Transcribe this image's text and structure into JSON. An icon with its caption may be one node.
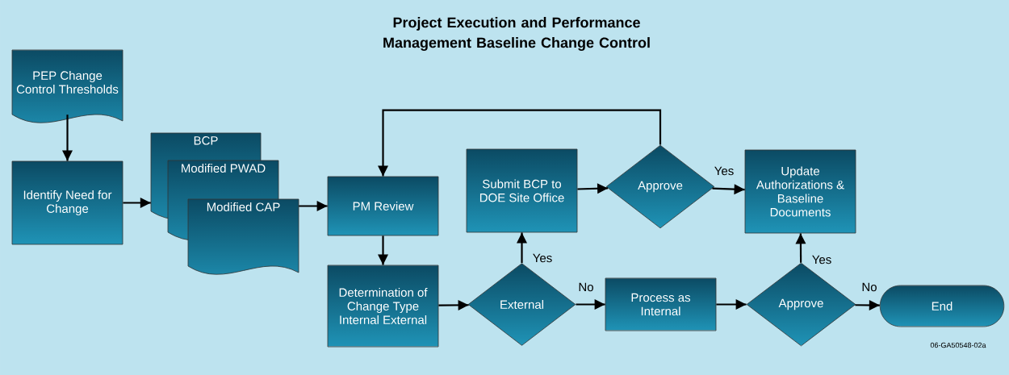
{
  "diagram": {
    "title": "Project Execution and Performance Management Baseline Change Control",
    "nodes": [
      {
        "text": [
          "PEP Change Control Thresholds"
        ]
      },
      {
        "text": [
          "Identify Need for Change"
        ]
      },
      {
        "text": [
          "BCP"
        ]
      },
      {
        "text": [
          "Modified PWAD"
        ]
      },
      {
        "text": [
          "Modified CAP"
        ]
      },
      {
        "text": [
          "PM Review"
        ]
      },
      {
        "text": [
          "Determination of Change Type Internal External"
        ]
      },
      {
        "text": [
          "External"
        ]
      },
      {
        "text": [
          "Submit BCP to DOE Site Office"
        ]
      },
      {
        "text": [
          "Approve"
        ]
      },
      {
        "text": [
          "Update Authorizations & Baseline Documents"
        ]
      },
      {
        "text": [
          "Process as Internal"
        ]
      },
      {
        "text": [
          "Approve"
        ]
      },
      {
        "text": [
          "End"
        ]
      }
    ],
    "edges": [
      {
        "from": 0,
        "to": 1,
        "arrow": "to"
      },
      {
        "from": 1,
        "to": 2,
        "arrow": "to"
      },
      {
        "from": 4,
        "to": 5,
        "arrow": "to"
      },
      {
        "from": 5,
        "to": 6,
        "arrow": "to"
      },
      {
        "from": 6,
        "to": 7,
        "arrow": "to"
      },
      {
        "from": 7,
        "to": 8,
        "label": "Yes",
        "arrow": "to"
      },
      {
        "from": 7,
        "to": 11,
        "label": "No",
        "arrow": "to"
      },
      {
        "from": 8,
        "to": 9,
        "arrow": "to"
      },
      {
        "from": 9,
        "to": 10,
        "label": "Yes",
        "arrow": "to"
      },
      {
        "from": 9,
        "to": 5,
        "arrow": "to"
      },
      {
        "from": 11,
        "to": 12,
        "arrow": "to"
      },
      {
        "from": 12,
        "to": 10,
        "label": "Yes",
        "arrow": "to"
      },
      {
        "from": 12,
        "to": 13,
        "label": "No",
        "arrow": "to"
      }
    ],
    "labels": [
      "06-GA50548-02a"
    ]
  }
}
